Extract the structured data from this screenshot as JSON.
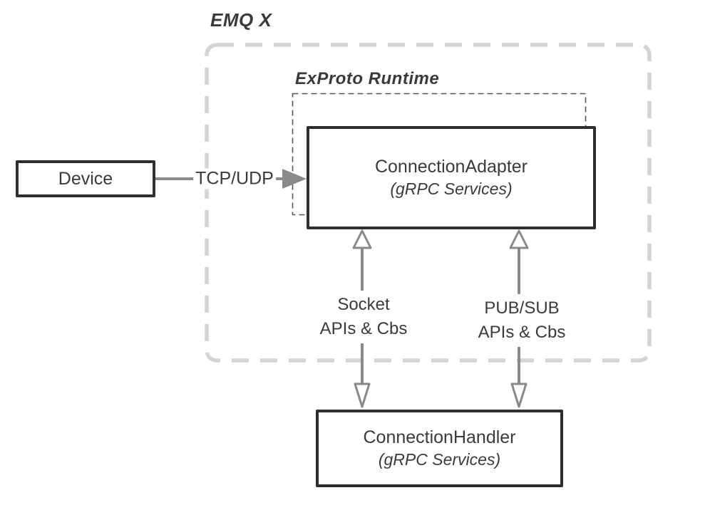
{
  "diagram": {
    "title": "EMQ X",
    "runtime_group": {
      "label": "ExProto Runtime"
    },
    "nodes": {
      "device": {
        "label": "Device"
      },
      "connection_adapter": {
        "title": "ConnectionAdapter",
        "subtitle": "(gRPC Services)"
      },
      "connection_handler": {
        "title": "ConnectionHandler",
        "subtitle": "(gRPC Services)"
      }
    },
    "edges": {
      "tcp_udp": {
        "label": "TCP/UDP",
        "direction": "right",
        "from": "device",
        "to": "connection_adapter"
      },
      "socket": {
        "label_line1": "Socket",
        "label_line2": "APIs & Cbs",
        "direction": "both",
        "from": "connection_adapter",
        "to": "connection_handler"
      },
      "pubsub": {
        "label_line1": "PUB/SUB",
        "label_line2": "APIs & Cbs",
        "direction": "both",
        "from": "connection_adapter",
        "to": "connection_handler"
      }
    },
    "colors": {
      "background": "#ffffff",
      "box_border": "#2e2e2e",
      "outer_dashed_border": "#d4d4d4",
      "inner_dashed_border": "#555555",
      "arrow": "#8a8a8a",
      "text": "#3b3b3b"
    }
  }
}
